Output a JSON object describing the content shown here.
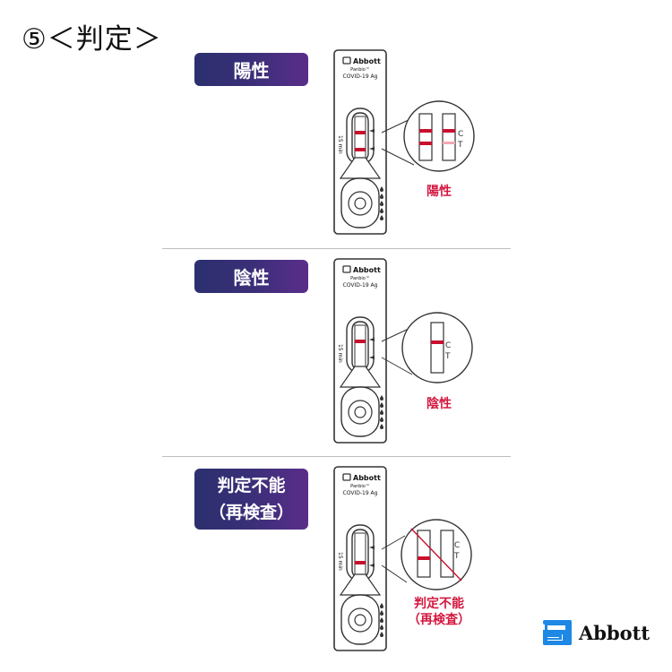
{
  "title": "⑤＜判定＞",
  "sections": [
    {
      "badge": [
        "陽性"
      ],
      "result": [
        "陽性"
      ],
      "device": {
        "brand": "Abbott",
        "product": "Panbio™",
        "test_name": "COVID-19 Ag",
        "timer": "15 min",
        "marker_c": "C",
        "marker_t": "T"
      }
    },
    {
      "badge": [
        "陰性"
      ],
      "result": [
        "陰性"
      ],
      "device": {
        "brand": "Abbott",
        "product": "Panbio™",
        "test_name": "COVID-19 Ag",
        "timer": "15 min",
        "marker_c": "C",
        "marker_t": "T"
      }
    },
    {
      "badge": [
        "判定不能",
        "（再検査）"
      ],
      "result": [
        "判定不能",
        "（再検査）"
      ],
      "device": {
        "brand": "Abbott",
        "product": "Panbio™",
        "test_name": "COVID-19 Ag",
        "timer": "15 min",
        "marker_c": "C",
        "marker_t": "T"
      }
    }
  ],
  "logo": {
    "text": "Abbott"
  },
  "colors": {
    "badge_start": "#2b2f6e",
    "badge_end": "#5a2d8a",
    "line_red": "#c8102e",
    "result_text": "#d3173f",
    "logo_blue": "#1e88e5"
  }
}
